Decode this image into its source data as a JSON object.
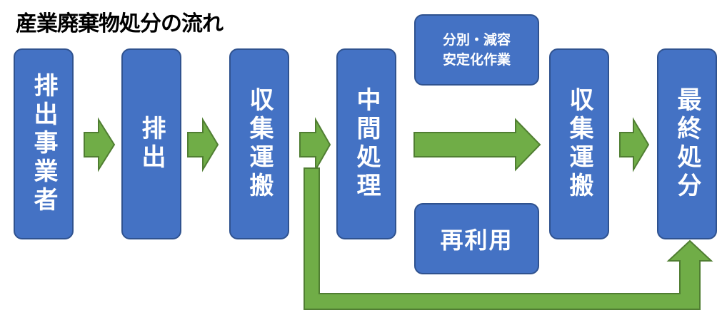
{
  "title": "産業廃棄物処分の流れ",
  "boxes": {
    "generator": "排出事業者",
    "discharge": "排出",
    "collection1": "収集運搬",
    "intermediate": "中間処理",
    "separation_line1": "分別・減容",
    "separation_line2": "安定化作業",
    "reuse": "再利用",
    "collection2": "収集運搬",
    "final": "最終処分"
  },
  "colors": {
    "box_fill": "#4472c4",
    "box_border": "#2f528f",
    "arrow_fill": "#70ad47",
    "arrow_border": "#507e32"
  }
}
